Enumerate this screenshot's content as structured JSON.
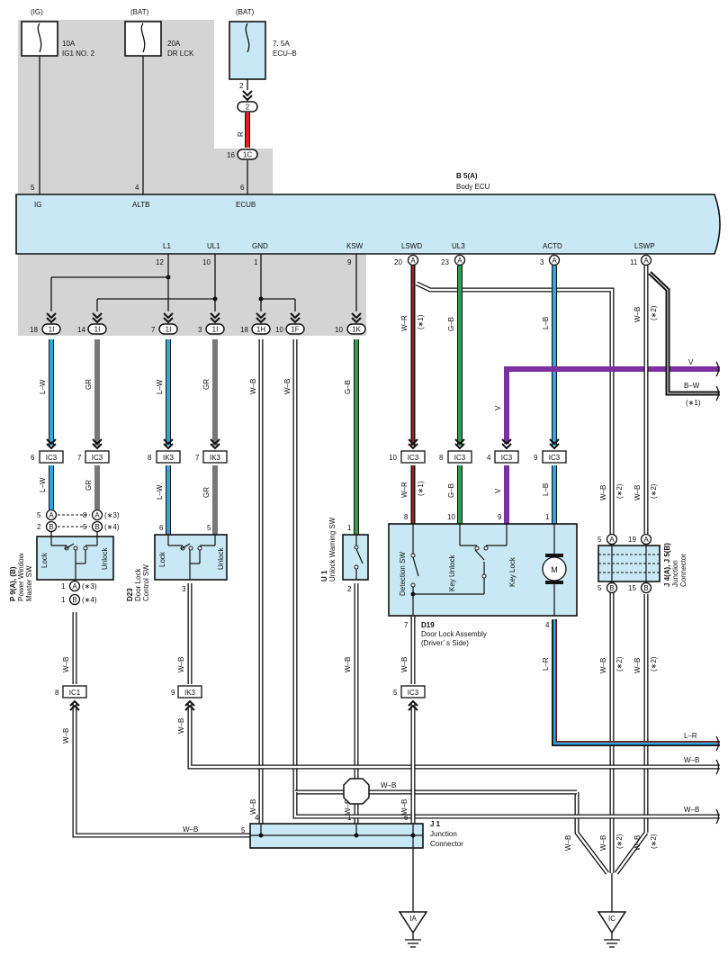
{
  "fuses": [
    {
      "source": "(IG)",
      "rating": "10A",
      "name": "IG1 NO. 2"
    },
    {
      "source": "(BAT)",
      "rating": "20A",
      "name": "DR LCK"
    },
    {
      "source": "(BAT)",
      "rating": "7. 5A",
      "name": "ECU–B"
    }
  ],
  "ecu": {
    "id": "B 5(A)",
    "name": "Body ECU",
    "top_pins": [
      {
        "num": "5",
        "label": "IG"
      },
      {
        "num": "4",
        "label": "ALTB"
      },
      {
        "num": "6",
        "label": "ECUB"
      }
    ],
    "bottom_pins": [
      {
        "label": "L1",
        "num": "12"
      },
      {
        "label": "UL1",
        "num": "10"
      },
      {
        "label": "GND",
        "num": "1"
      },
      {
        "label": "KSW",
        "num": "9"
      },
      {
        "label": "LSWD",
        "num": "20",
        "conn": "A"
      },
      {
        "label": "UL3",
        "num": "23",
        "conn": "A"
      },
      {
        "label": "ACTD",
        "num": "3",
        "conn": "A"
      },
      {
        "label": "LSWP",
        "num": "11",
        "conn": "A"
      }
    ]
  },
  "ecub_wire": {
    "pin_top": "2",
    "oval_top": "2",
    "color": "R",
    "pin_bottom": "16",
    "oval_bottom": "1C"
  },
  "connectors_row1": [
    {
      "num": "18",
      "id": "1I"
    },
    {
      "num": "14",
      "id": "1I"
    },
    {
      "num": "7",
      "id": "1I"
    },
    {
      "num": "3",
      "id": "1I"
    },
    {
      "num": "18",
      "id": "1H"
    },
    {
      "num": "10",
      "id": "1F"
    },
    {
      "num": "10",
      "id": "1K"
    }
  ],
  "wire_labels": {
    "lw": "L–W",
    "gr": "GR",
    "wb": "W–B",
    "gb": "G–B",
    "wr": "W–R",
    "lb": "L–B",
    "v": "V",
    "bw": "B–W",
    "lr": "L–R",
    "r": "R",
    "n1": "(∗1)",
    "n2": "(∗2)",
    "n3": "(∗3)",
    "n4": "(∗4)"
  },
  "connectors_row2": [
    {
      "num": "6",
      "id": "IC3"
    },
    {
      "num": "7",
      "id": "IC3"
    },
    {
      "num": "8",
      "id": "IK3"
    },
    {
      "num": "7",
      "id": "IK3"
    },
    {
      "num": "10",
      "id": "IC3"
    },
    {
      "num": "8",
      "id": "IC3"
    },
    {
      "num": "4",
      "id": "IC3"
    },
    {
      "num": "9",
      "id": "IC3"
    }
  ],
  "components": {
    "p9": {
      "id": "P 9(A), (B)",
      "name1": "Power Window",
      "name2": "Master SW",
      "lock": "Lock",
      "unlock": "Unlock"
    },
    "d23": {
      "id": "D23",
      "name1": "Door Lock",
      "name2": "Control SW",
      "lock": "Lock",
      "unlock": "Unlock"
    },
    "u1": {
      "id": "U 1",
      "name": "Unlock Warning SW"
    },
    "d19": {
      "id": "D19",
      "name1": "Door Lock Assembly",
      "name2": "(Driver’ s Side)",
      "det": "Detection SW",
      "kunlock": "Key Unlock",
      "klock": "Key Lock",
      "motor": "M"
    },
    "j4": {
      "id": "J 4(A), J 5(B)",
      "name1": "Junction",
      "name2": "Connector"
    },
    "j1": {
      "id": "J 1",
      "name1": "Junction",
      "name2": "Connector"
    }
  },
  "pins": {
    "p9_5": "5",
    "p9_8": "8",
    "p9_2": "2",
    "p9_5b": "5",
    "p9_1": "1",
    "p9_1b": "1",
    "d23_6": "6",
    "d23_5": "5",
    "d23_3": "3",
    "u1_1": "1",
    "u1_2": "2",
    "d19_8": "8",
    "d19_10": "10",
    "d19_9": "9",
    "d19_1": "1",
    "d19_7": "7",
    "d19_4": "4",
    "j4_5": "5",
    "j4_19": "19",
    "j4_5b": "5",
    "j4_15": "15",
    "j1_5": "5",
    "j1_4": "4",
    "j1_1": "1",
    "j1_6": "6"
  },
  "connectors_row3": [
    {
      "num": "8",
      "id": "IC1"
    },
    {
      "num": "9",
      "id": "IK3"
    },
    {
      "num": "5",
      "id": "IC3"
    }
  ],
  "grounds": [
    {
      "id": "IA"
    },
    {
      "id": "IC"
    }
  ]
}
